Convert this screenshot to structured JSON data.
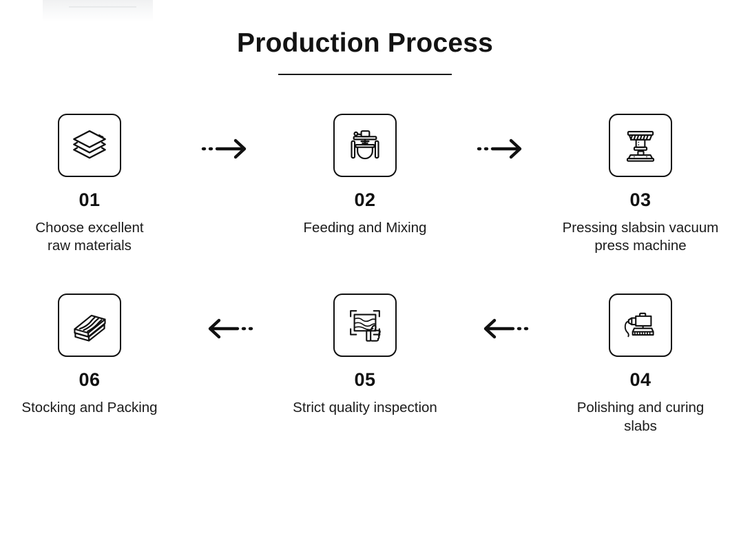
{
  "header": {
    "title": "Production Process"
  },
  "flow": {
    "rows": [
      {
        "direction": "right",
        "steps": [
          {
            "number": "01",
            "label": "Choose excellent\nraw materials",
            "icon": "layers-stack-icon"
          },
          {
            "number": "02",
            "label": "Feeding and Mixing",
            "icon": "mixer-machine-icon"
          },
          {
            "number": "03",
            "label": "Pressing slabsin vacuum\npress machine",
            "icon": "vacuum-press-machine-icon"
          }
        ]
      },
      {
        "direction": "left",
        "steps": [
          {
            "number": "06",
            "label": "Stocking and Packing",
            "icon": "stacked-slabs-icon"
          },
          {
            "number": "05",
            "label": "Strict quality inspection",
            "icon": "quality-inspection-thumbsup-icon"
          },
          {
            "number": "04",
            "label": "Polishing and curing\nslabs",
            "icon": "polishing-machine-icon"
          }
        ]
      }
    ],
    "connectors": {
      "right_arrow_icon": "dashed-arrow-right-icon",
      "left_arrow_icon": "dashed-arrow-left-icon"
    }
  },
  "colors": {
    "ink": "#111111",
    "background": "#ffffff"
  }
}
